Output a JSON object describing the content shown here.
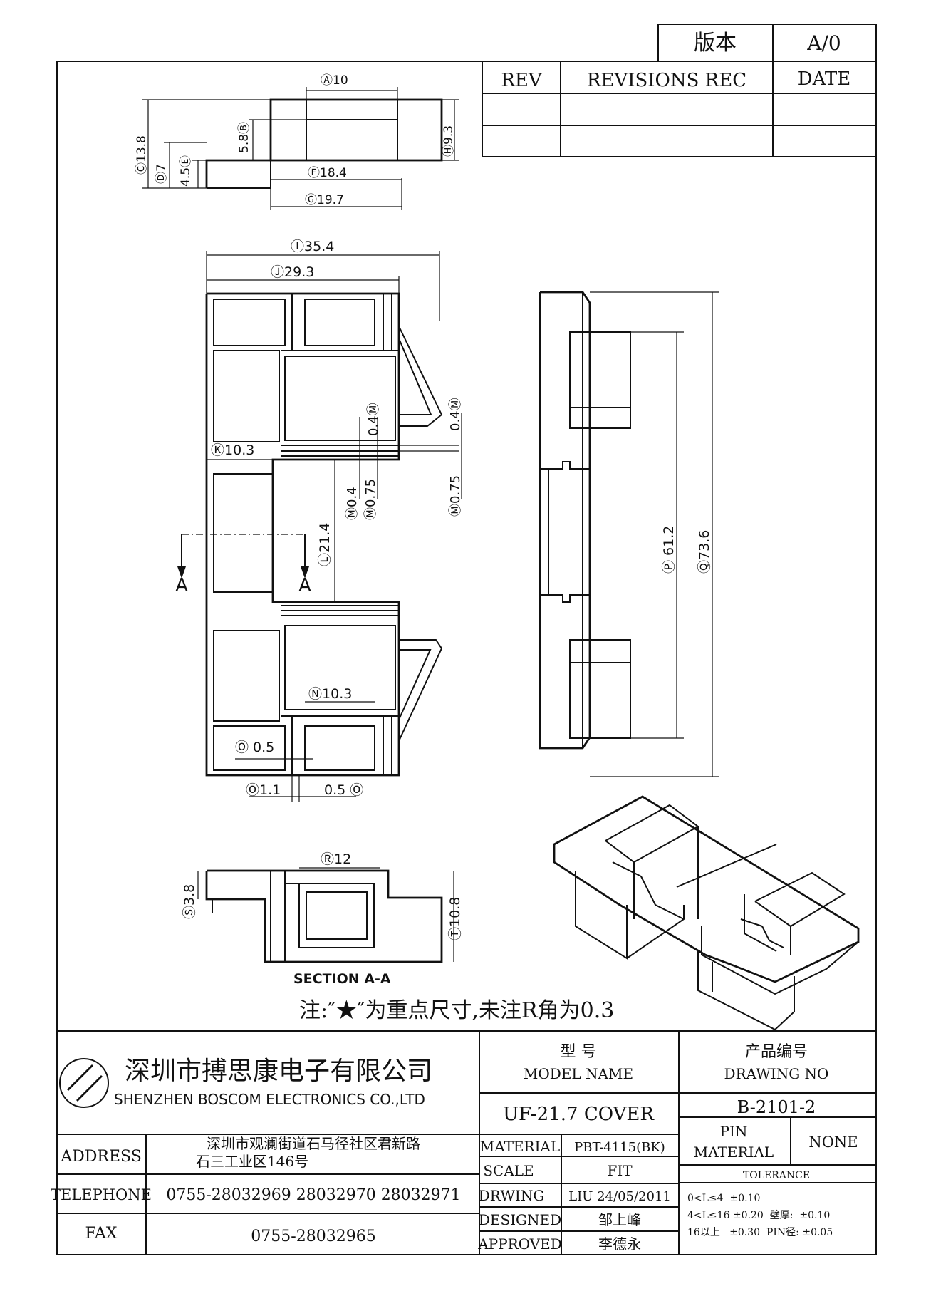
{
  "version_box": {
    "label": "版本",
    "value": "A/0"
  },
  "revision_table": {
    "headers": [
      "REV",
      "REVISIONS REC",
      "DATE"
    ],
    "rows": [
      [
        "",
        "",
        ""
      ],
      [
        "",
        "",
        ""
      ]
    ]
  },
  "dimensions": {
    "A": "10",
    "B": "5.8",
    "C": "13.8",
    "D": "7",
    "E": "4.5",
    "F": "18.4",
    "G": "19.7",
    "H": "9.3",
    "I": "35.4",
    "J": "29.3",
    "K": "10.3",
    "L": "21.4",
    "M1": "0.4",
    "M2": "0.75",
    "M3": "0.4",
    "M4": "0.75",
    "M5": "0.4",
    "N": "10.3",
    "O1": "0.5",
    "O2": "1.1",
    "O3": "0.5",
    "P": "61.2",
    "Q": "73.6",
    "R": "12",
    "S": "3.8",
    "T": "10.8"
  },
  "section": {
    "marker": "A",
    "title": "SECTION A-A"
  },
  "note": "注:″★″为重点尺寸,未注R角为0.3",
  "company": {
    "name_cn": "深圳市搏思康电子有限公司",
    "name_en": "SHENZHEN BOSCOM ELECTRONICS CO.,LTD"
  },
  "title_block": {
    "model_label_cn": "型    号",
    "model_label_en": "MODEL NAME",
    "model_value": "UF-21.7 COVER",
    "drawing_label_cn": "产品编号",
    "drawing_label_en": "DRAWING NO",
    "drawing_value": "B-2101-2",
    "address_label": "ADDRESS",
    "address_line1": "深圳市观澜街道石马径社区君新路",
    "address_line2": "石三工业区146号",
    "telephone_label": "TELEPHONE",
    "telephone_value": "0755-28032969 28032970 28032971",
    "fax_label": "FAX",
    "fax_value": "0755-28032965",
    "material_label": "MATERIAL",
    "material_value": "PBT-4115(BK)",
    "scale_label": "SCALE",
    "scale_value": "FIT",
    "drawing_by_label": "DRWING",
    "drawing_by_value": "LIU 24/05/2011",
    "designed_label": "DESIGNED",
    "designed_value": "邹上峰",
    "approved_label": "APPROVED",
    "approved_value": "李德永",
    "pin_material_label1": "PIN",
    "pin_material_label2": "MATERIAL",
    "pin_material_value": "NONE",
    "tolerance_label": "TOLERANCE",
    "tolerance_rows": [
      "0<L≤4  ±0.10",
      "4<L≤16 ±0.20  壁厚:  ±0.10",
      "16以上   ±0.30  PIN径: ±0.05"
    ]
  }
}
